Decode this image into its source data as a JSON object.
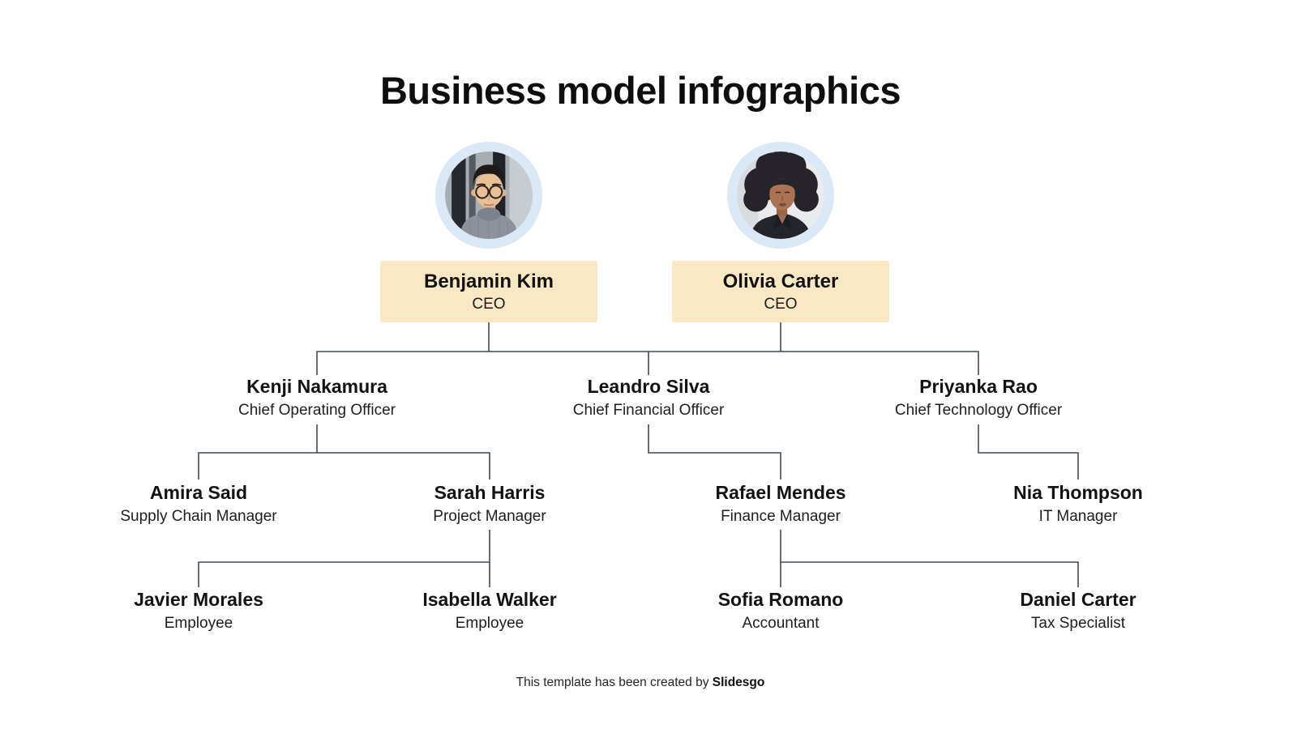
{
  "slide": {
    "title": "Business model infographics",
    "footer": {
      "prefix": "This template has been created by ",
      "brand": "Slidesgo"
    }
  },
  "colors": {
    "background": "#ffffff",
    "highlight_box": "#fae8c4",
    "avatar_ring": "#dbe8f5",
    "connector_line": "#3e4a52",
    "text": "#131313"
  },
  "org": {
    "ceos": [
      {
        "name": "Benjamin Kim",
        "role": "CEO",
        "avatar": "man-with-glasses-portrait"
      },
      {
        "name": "Olivia Carter",
        "role": "CEO",
        "avatar": "woman-with-afro-portrait"
      }
    ],
    "level2": [
      {
        "name": "Kenji Nakamura",
        "role": "Chief Operating Officer"
      },
      {
        "name": "Leandro Silva",
        "role": "Chief Financial Officer"
      },
      {
        "name": "Priyanka Rao",
        "role": "Chief Technology Officer"
      }
    ],
    "level3": [
      {
        "name": "Amira Said",
        "role": "Supply Chain Manager"
      },
      {
        "name": "Sarah Harris",
        "role": "Project Manager"
      },
      {
        "name": "Rafael Mendes",
        "role": "Finance Manager"
      },
      {
        "name": "Nia Thompson",
        "role": "IT Manager"
      }
    ],
    "level4": [
      {
        "name": "Javier Morales",
        "role": "Employee"
      },
      {
        "name": "Isabella Walker",
        "role": "Employee"
      },
      {
        "name": "Sofia Romano",
        "role": "Accountant"
      },
      {
        "name": "Daniel Carter",
        "role": "Tax Specialist"
      }
    ],
    "reporting_lines": [
      {
        "from": [
          "Benjamin Kim",
          "Olivia Carter"
        ],
        "to": [
          "Kenji Nakamura",
          "Leandro Silva",
          "Priyanka Rao"
        ]
      },
      {
        "from": [
          "Kenji Nakamura"
        ],
        "to": [
          "Amira Said",
          "Sarah Harris"
        ]
      },
      {
        "from": [
          "Leandro Silva"
        ],
        "to": [
          "Rafael Mendes"
        ]
      },
      {
        "from": [
          "Priyanka Rao"
        ],
        "to": [
          "Nia Thompson"
        ]
      },
      {
        "from": [
          "Sarah Harris"
        ],
        "to": [
          "Javier Morales",
          "Isabella Walker"
        ]
      },
      {
        "from": [
          "Rafael Mendes"
        ],
        "to": [
          "Sofia Romano",
          "Daniel Carter"
        ]
      }
    ]
  }
}
